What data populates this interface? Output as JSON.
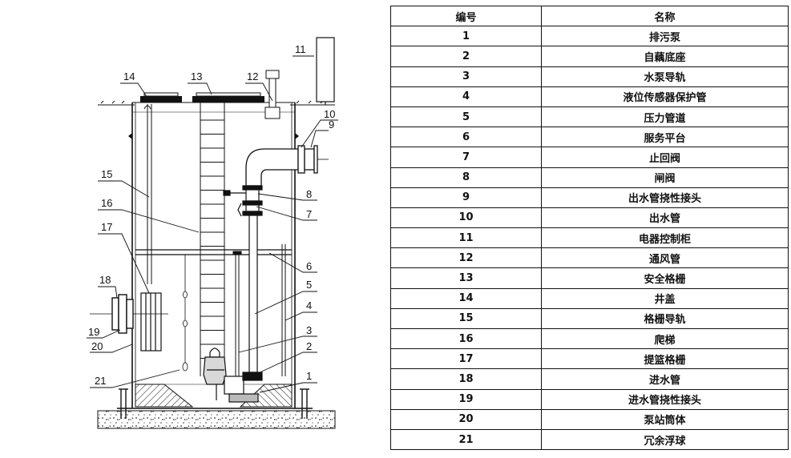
{
  "diagram": {
    "callouts": [
      "1",
      "2",
      "3",
      "4",
      "5",
      "6",
      "7",
      "8",
      "9",
      "10",
      "11",
      "12",
      "13",
      "14",
      "15",
      "16",
      "17",
      "18",
      "19",
      "20",
      "21"
    ]
  },
  "table": {
    "headers": [
      "编号",
      "名称"
    ],
    "rows": [
      [
        "1",
        "排污泵"
      ],
      [
        "2",
        "自藕底座"
      ],
      [
        "3",
        "水泵导轨"
      ],
      [
        "4",
        "液位传感器保护管"
      ],
      [
        "5",
        "压力管道"
      ],
      [
        "6",
        "服务平台"
      ],
      [
        "7",
        "止回阀"
      ],
      [
        "8",
        "闸阀"
      ],
      [
        "9",
        "出水管挠性接头"
      ],
      [
        "10",
        "出水管"
      ],
      [
        "11",
        "电器控制柜"
      ],
      [
        "12",
        "通风管"
      ],
      [
        "13",
        "安全格栅"
      ],
      [
        "14",
        "井盖"
      ],
      [
        "15",
        "格栅导轨"
      ],
      [
        "16",
        "爬梯"
      ],
      [
        "17",
        "提篮格栅"
      ],
      [
        "18",
        "进水管"
      ],
      [
        "19",
        "进水管挠性接头"
      ],
      [
        "20",
        "泵站筒体"
      ],
      [
        "21",
        "冗余浮球"
      ]
    ]
  }
}
